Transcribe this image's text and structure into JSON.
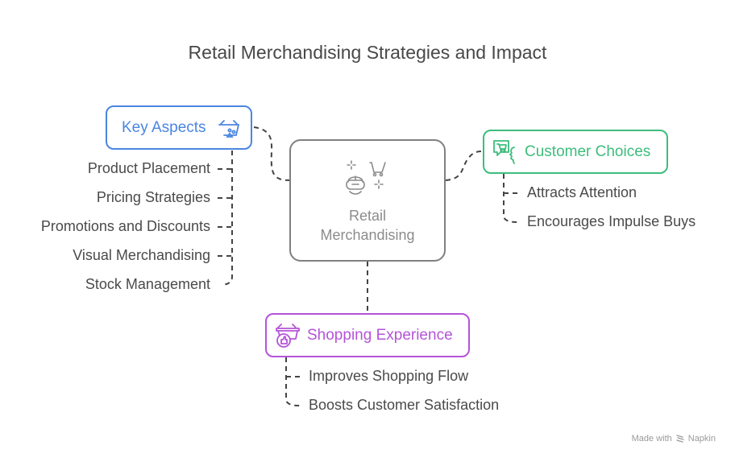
{
  "title": "Retail Merchandising Strategies and Impact",
  "center": {
    "label_line1": "Retail",
    "label_line2": "Merchandising",
    "icon": "vr-headset-cart-icon",
    "color": "#808080"
  },
  "key_aspects": {
    "label": "Key Aspects",
    "icon": "basket-people-icon",
    "color": "#4a86e0",
    "items": [
      "Product Placement",
      "Pricing Strategies",
      "Promotions and Discounts",
      "Visual Merchandising",
      "Stock Management"
    ]
  },
  "customer_choices": {
    "label": "Customer Choices",
    "icon": "cart-speech-face-icon",
    "color": "#3dbd7d",
    "items": [
      "Attracts Attention",
      "Encourages Impulse Buys"
    ]
  },
  "shopping_experience": {
    "label": "Shopping Experience",
    "icon": "basket-thumbs-up-icon",
    "color": "#b554d8",
    "items": [
      "Improves Shopping Flow",
      "Boosts Customer Satisfaction"
    ]
  },
  "credit": {
    "prefix": "Made with",
    "brand": "Napkin",
    "icon": "napkin-logo-icon"
  }
}
